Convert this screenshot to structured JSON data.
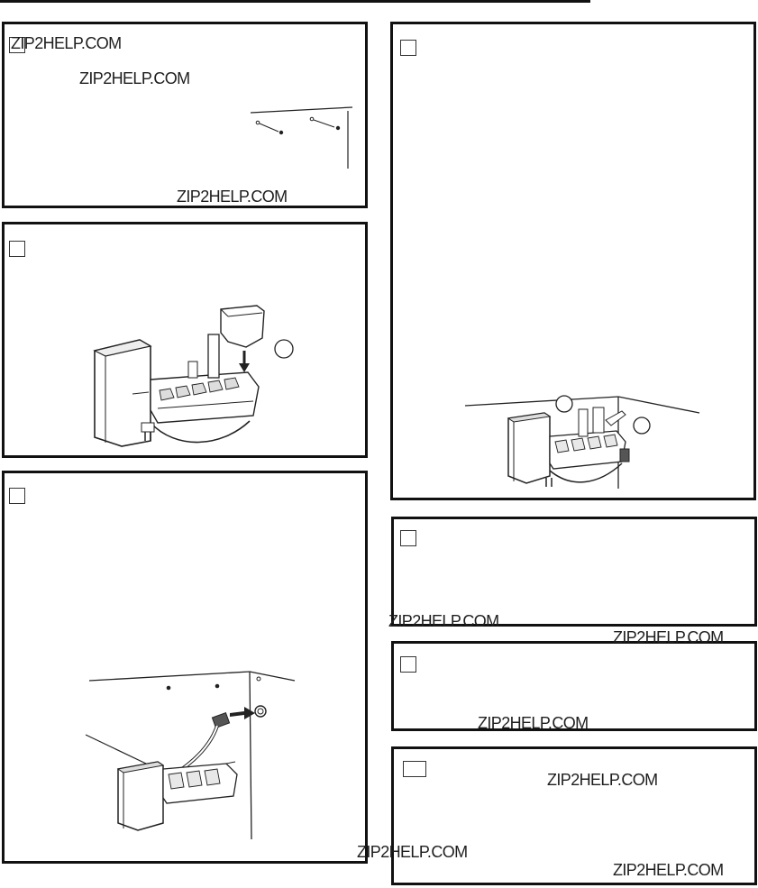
{
  "watermarks": [
    "ZIP2HELP.COM",
    "ZIP2HELP.COM",
    "ZIP2HELP.COM",
    "ZIP2HELP.COM",
    "ZIP2HELP.COM",
    "ZIP2HELP.COM",
    "ZIP2HELP.COM",
    "ZIP2HELP.COM",
    "ZIP2HELP.COM"
  ],
  "steps": [
    {
      "id": "mounting-holes",
      "illustration": "screw-holes"
    },
    {
      "id": "fill-cup-attach",
      "illustration": "icemaker-with-fill-cup"
    },
    {
      "id": "wiring-connect",
      "illustration": "icemaker-plug-to-socket"
    },
    {
      "id": "mount-icemaker",
      "illustration": "icemaker-mounted-to-wall"
    },
    {
      "id": "step-5",
      "illustration": "none"
    },
    {
      "id": "step-6",
      "illustration": "none"
    },
    {
      "id": "step-7",
      "illustration": "none"
    }
  ]
}
